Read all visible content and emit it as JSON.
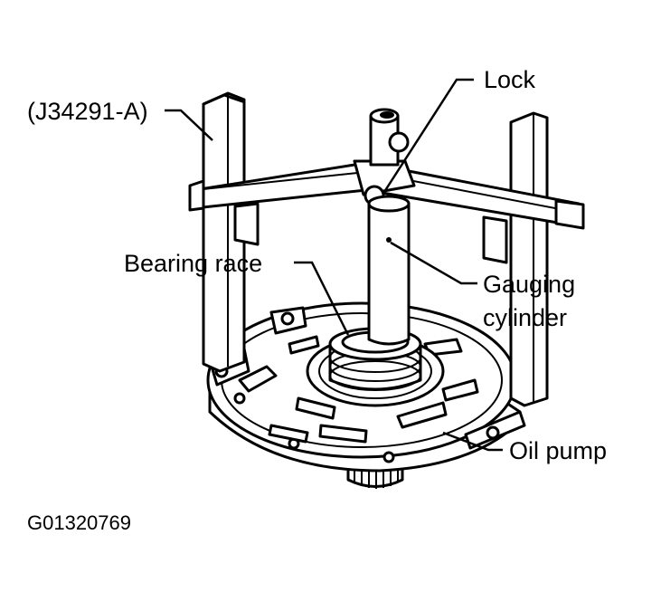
{
  "labels": {
    "tool": "(J34291-A)",
    "lock": "Lock",
    "bearing_race": "Bearing race",
    "gauging_cylinder_line1": "Gauging",
    "gauging_cylinder_line2": "cylinder",
    "oil_pump": "Oil pump"
  },
  "figure_id": "G01320769"
}
